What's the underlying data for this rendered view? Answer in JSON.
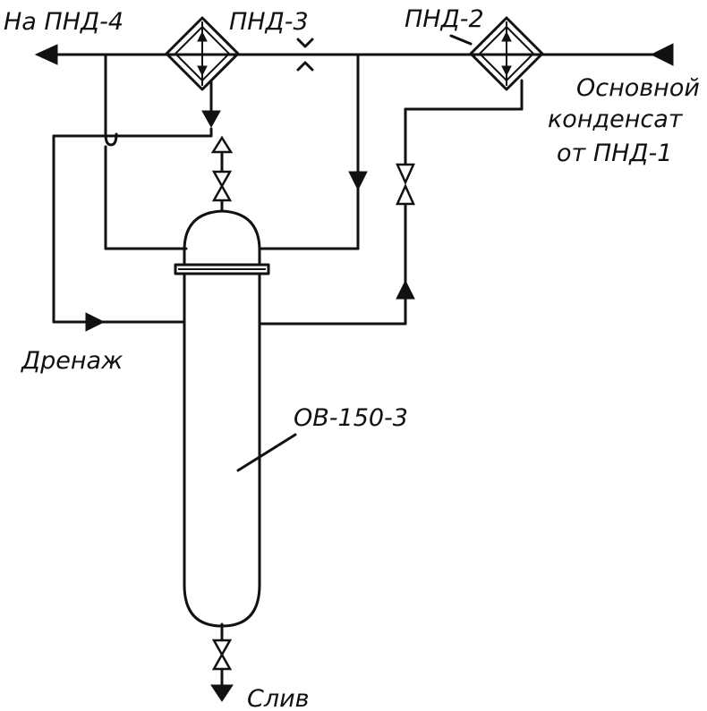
{
  "labels": {
    "to_lph4": "На ПНД-4",
    "lph3": "ПНД-3",
    "lph2": "ПНД-2",
    "main_condensate_line1": "Основной",
    "main_condensate_line2": "конденсат",
    "main_condensate_line3": "от ПНД-1",
    "drainage": "Дренаж",
    "vessel": "ОВ-150-3",
    "drain": "Слив"
  }
}
